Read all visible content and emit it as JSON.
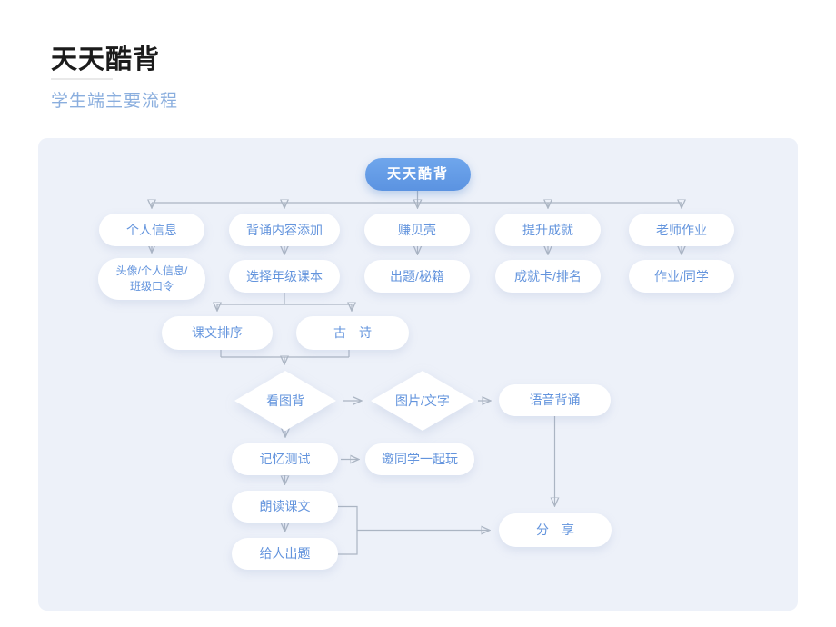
{
  "header": {
    "title": "天天酷背",
    "subtitle": "学生端主要流程"
  },
  "flowchart": {
    "root": "天天酷背",
    "row1": {
      "profile": "个人信息",
      "add_content": "背诵内容添加",
      "earn_shells": "赚贝壳",
      "boost_achievement": "提升成就",
      "teacher_homework": "老师作业"
    },
    "row2": {
      "avatar_info": "头像/个人信息/\n班级口令",
      "select_textbook": "选择年级课本",
      "quiz_secrets": "出题/秘籍",
      "achievement_rank": "成就卡/排名",
      "homework_classmates": "作业/同学"
    },
    "row3": {
      "text_order": "课文排序",
      "ancient_poem": "古　诗"
    },
    "flow": {
      "look_picture_recite": "看图背",
      "picture_text": "图片/文字",
      "voice_recite": "语音背诵",
      "memory_test": "记忆测试",
      "invite_classmates": "邀同学一起玩",
      "read_text": "朗读课文",
      "make_questions": "给人出题",
      "share": "分　享"
    }
  },
  "colors": {
    "accent_blue": "#649ee7",
    "node_text_blue": "#6394dd",
    "panel_bg": "#edf1f9",
    "connector_gray": "#abb5c3",
    "subtitle_blue": "#8aaede"
  }
}
